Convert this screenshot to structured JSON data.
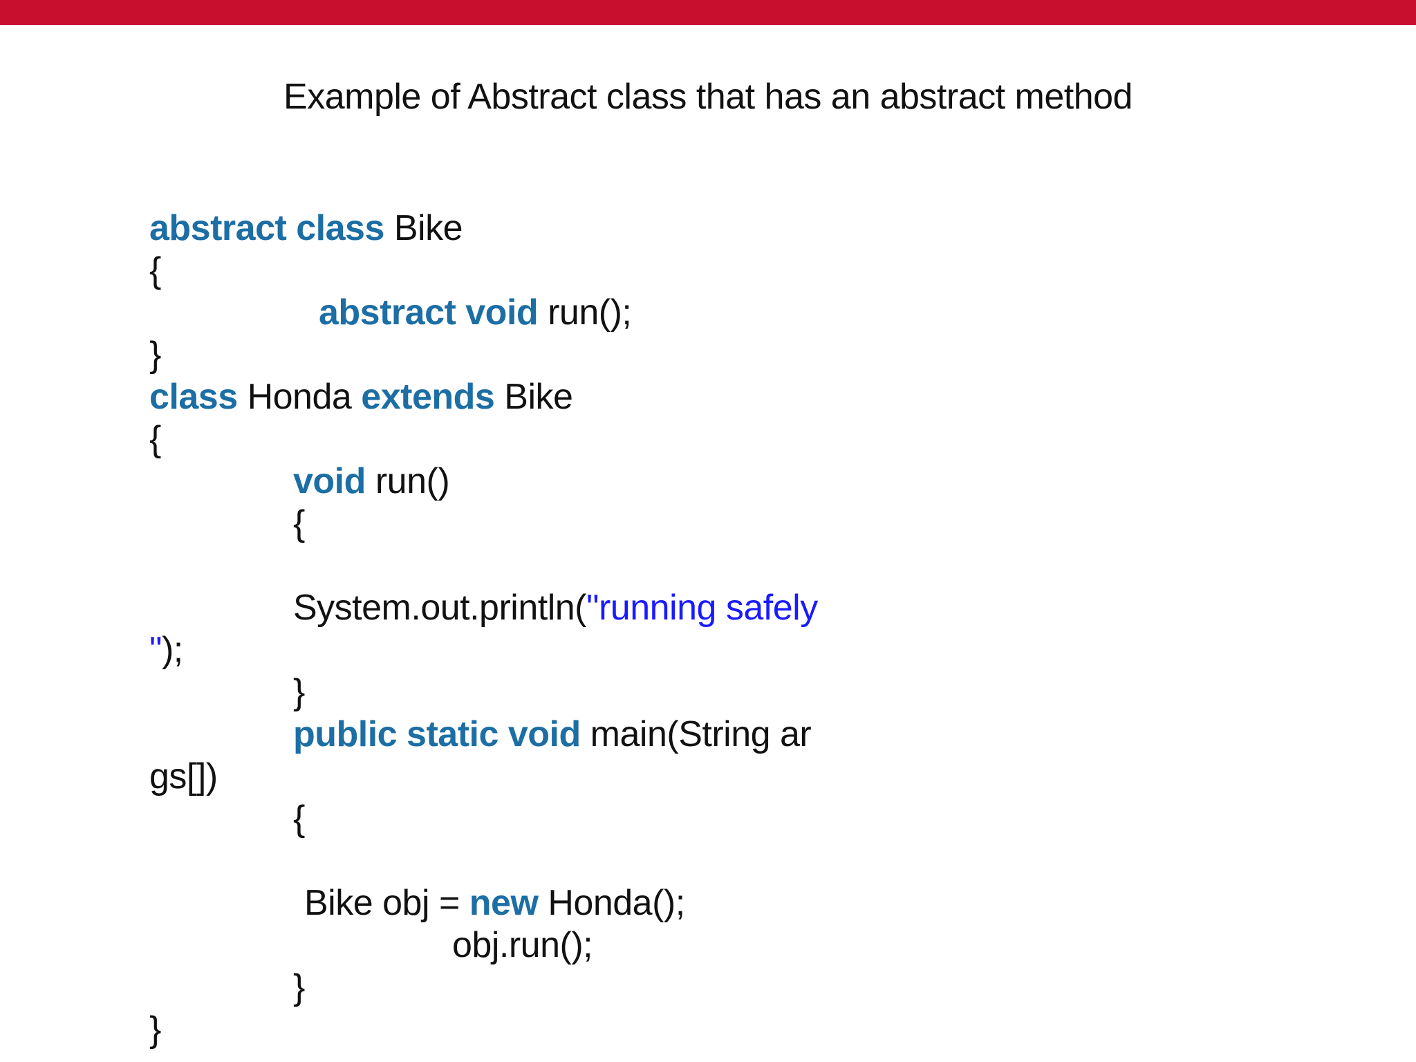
{
  "title": {
    "text": "Example of Abstract class that has an abstract method"
  },
  "colors": {
    "top_bar": "#c8102e",
    "background": "#ffffff",
    "title_text": "#111111",
    "code_text": "#111111",
    "keyword": "#1c6ea4",
    "string_literal": "#1a1aff"
  },
  "code": {
    "lines": [
      {
        "indent": 0,
        "segments": [
          {
            "t": "abstract class",
            "type": "keyword"
          },
          {
            "t": " Bike",
            "type": "plain"
          }
        ]
      },
      {
        "indent": 0,
        "segments": [
          {
            "t": "{",
            "type": "plain"
          }
        ]
      },
      {
        "indent": 245,
        "segments": [
          {
            "t": "abstract void",
            "type": "keyword"
          },
          {
            "t": " run();",
            "type": "plain"
          }
        ]
      },
      {
        "indent": 0,
        "segments": [
          {
            "t": "}",
            "type": "plain"
          }
        ]
      },
      {
        "indent": 0,
        "segments": [
          {
            "t": "class",
            "type": "keyword"
          },
          {
            "t": " Honda ",
            "type": "plain"
          },
          {
            "t": "extends",
            "type": "keyword"
          },
          {
            "t": " Bike",
            "type": "plain"
          }
        ]
      },
      {
        "indent": 0,
        "segments": [
          {
            "t": "{",
            "type": "plain"
          }
        ]
      },
      {
        "indent": 208,
        "segments": [
          {
            "t": "void",
            "type": "keyword"
          },
          {
            "t": " run()",
            "type": "plain"
          }
        ]
      },
      {
        "indent": 208,
        "segments": [
          {
            "t": "{",
            "type": "plain"
          }
        ]
      },
      {
        "indent": 0,
        "segments": []
      },
      {
        "indent": 208,
        "segments": [
          {
            "t": "System.out.println(",
            "type": "plain"
          },
          {
            "t": "\"running safely",
            "type": "string"
          }
        ]
      },
      {
        "indent": 0,
        "segments": [
          {
            "t": "\"",
            "type": "string"
          },
          {
            "t": ");",
            "type": "plain"
          }
        ]
      },
      {
        "indent": 208,
        "segments": [
          {
            "t": "}",
            "type": "plain"
          }
        ]
      },
      {
        "indent": 208,
        "segments": [
          {
            "t": "public static void",
            "type": "keyword"
          },
          {
            "t": " main(String ar",
            "type": "plain"
          }
        ]
      },
      {
        "indent": 0,
        "segments": [
          {
            "t": "gs[])",
            "type": "plain"
          }
        ]
      },
      {
        "indent": 208,
        "segments": [
          {
            "t": "{",
            "type": "plain"
          }
        ]
      },
      {
        "indent": 0,
        "segments": []
      },
      {
        "indent": 224,
        "segments": [
          {
            "t": "Bike obj = ",
            "type": "plain"
          },
          {
            "t": "new",
            "type": "keyword"
          },
          {
            "t": " Honda();",
            "type": "plain"
          }
        ]
      },
      {
        "indent": 438,
        "segments": [
          {
            "t": "obj.run();",
            "type": "plain"
          }
        ]
      },
      {
        "indent": 208,
        "segments": [
          {
            "t": "}",
            "type": "plain"
          }
        ]
      },
      {
        "indent": 0,
        "segments": [
          {
            "t": "}",
            "type": "plain"
          }
        ]
      }
    ]
  }
}
